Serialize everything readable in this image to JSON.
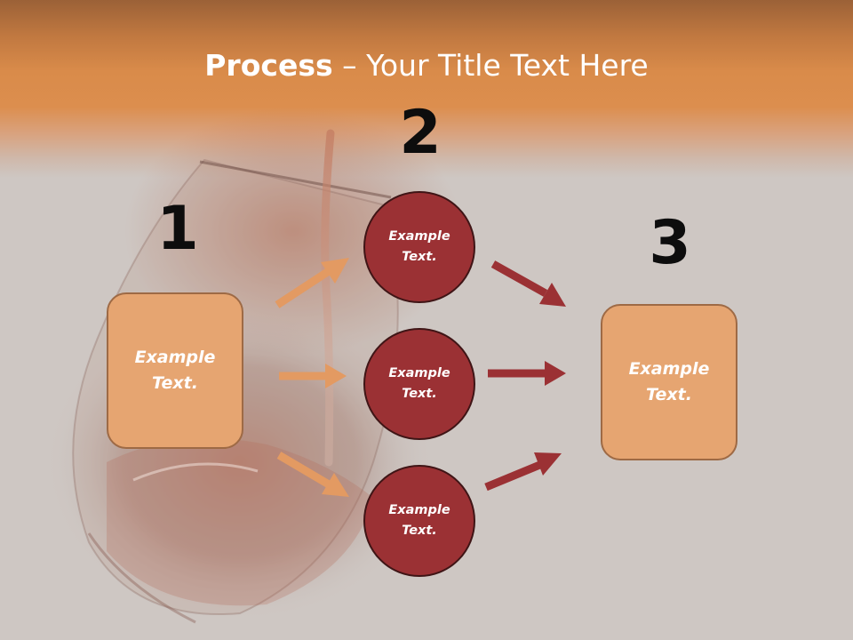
{
  "title": {
    "bold": "Process",
    "rest": " – Your Title Text Here"
  },
  "steps": {
    "one": {
      "number": "1",
      "text": "Example Text."
    },
    "two": {
      "number": "2",
      "items": [
        {
          "text": "Example Text."
        },
        {
          "text": "Example Text."
        },
        {
          "text": "Example Text."
        }
      ]
    },
    "three": {
      "number": "3",
      "text": "Example Text."
    }
  },
  "colors": {
    "box_fill": "#e6a571",
    "circle_fill": "#9b3134",
    "arrow_left": "#e39a62",
    "arrow_right": "#9b3134",
    "header": "#dc8e4e"
  }
}
